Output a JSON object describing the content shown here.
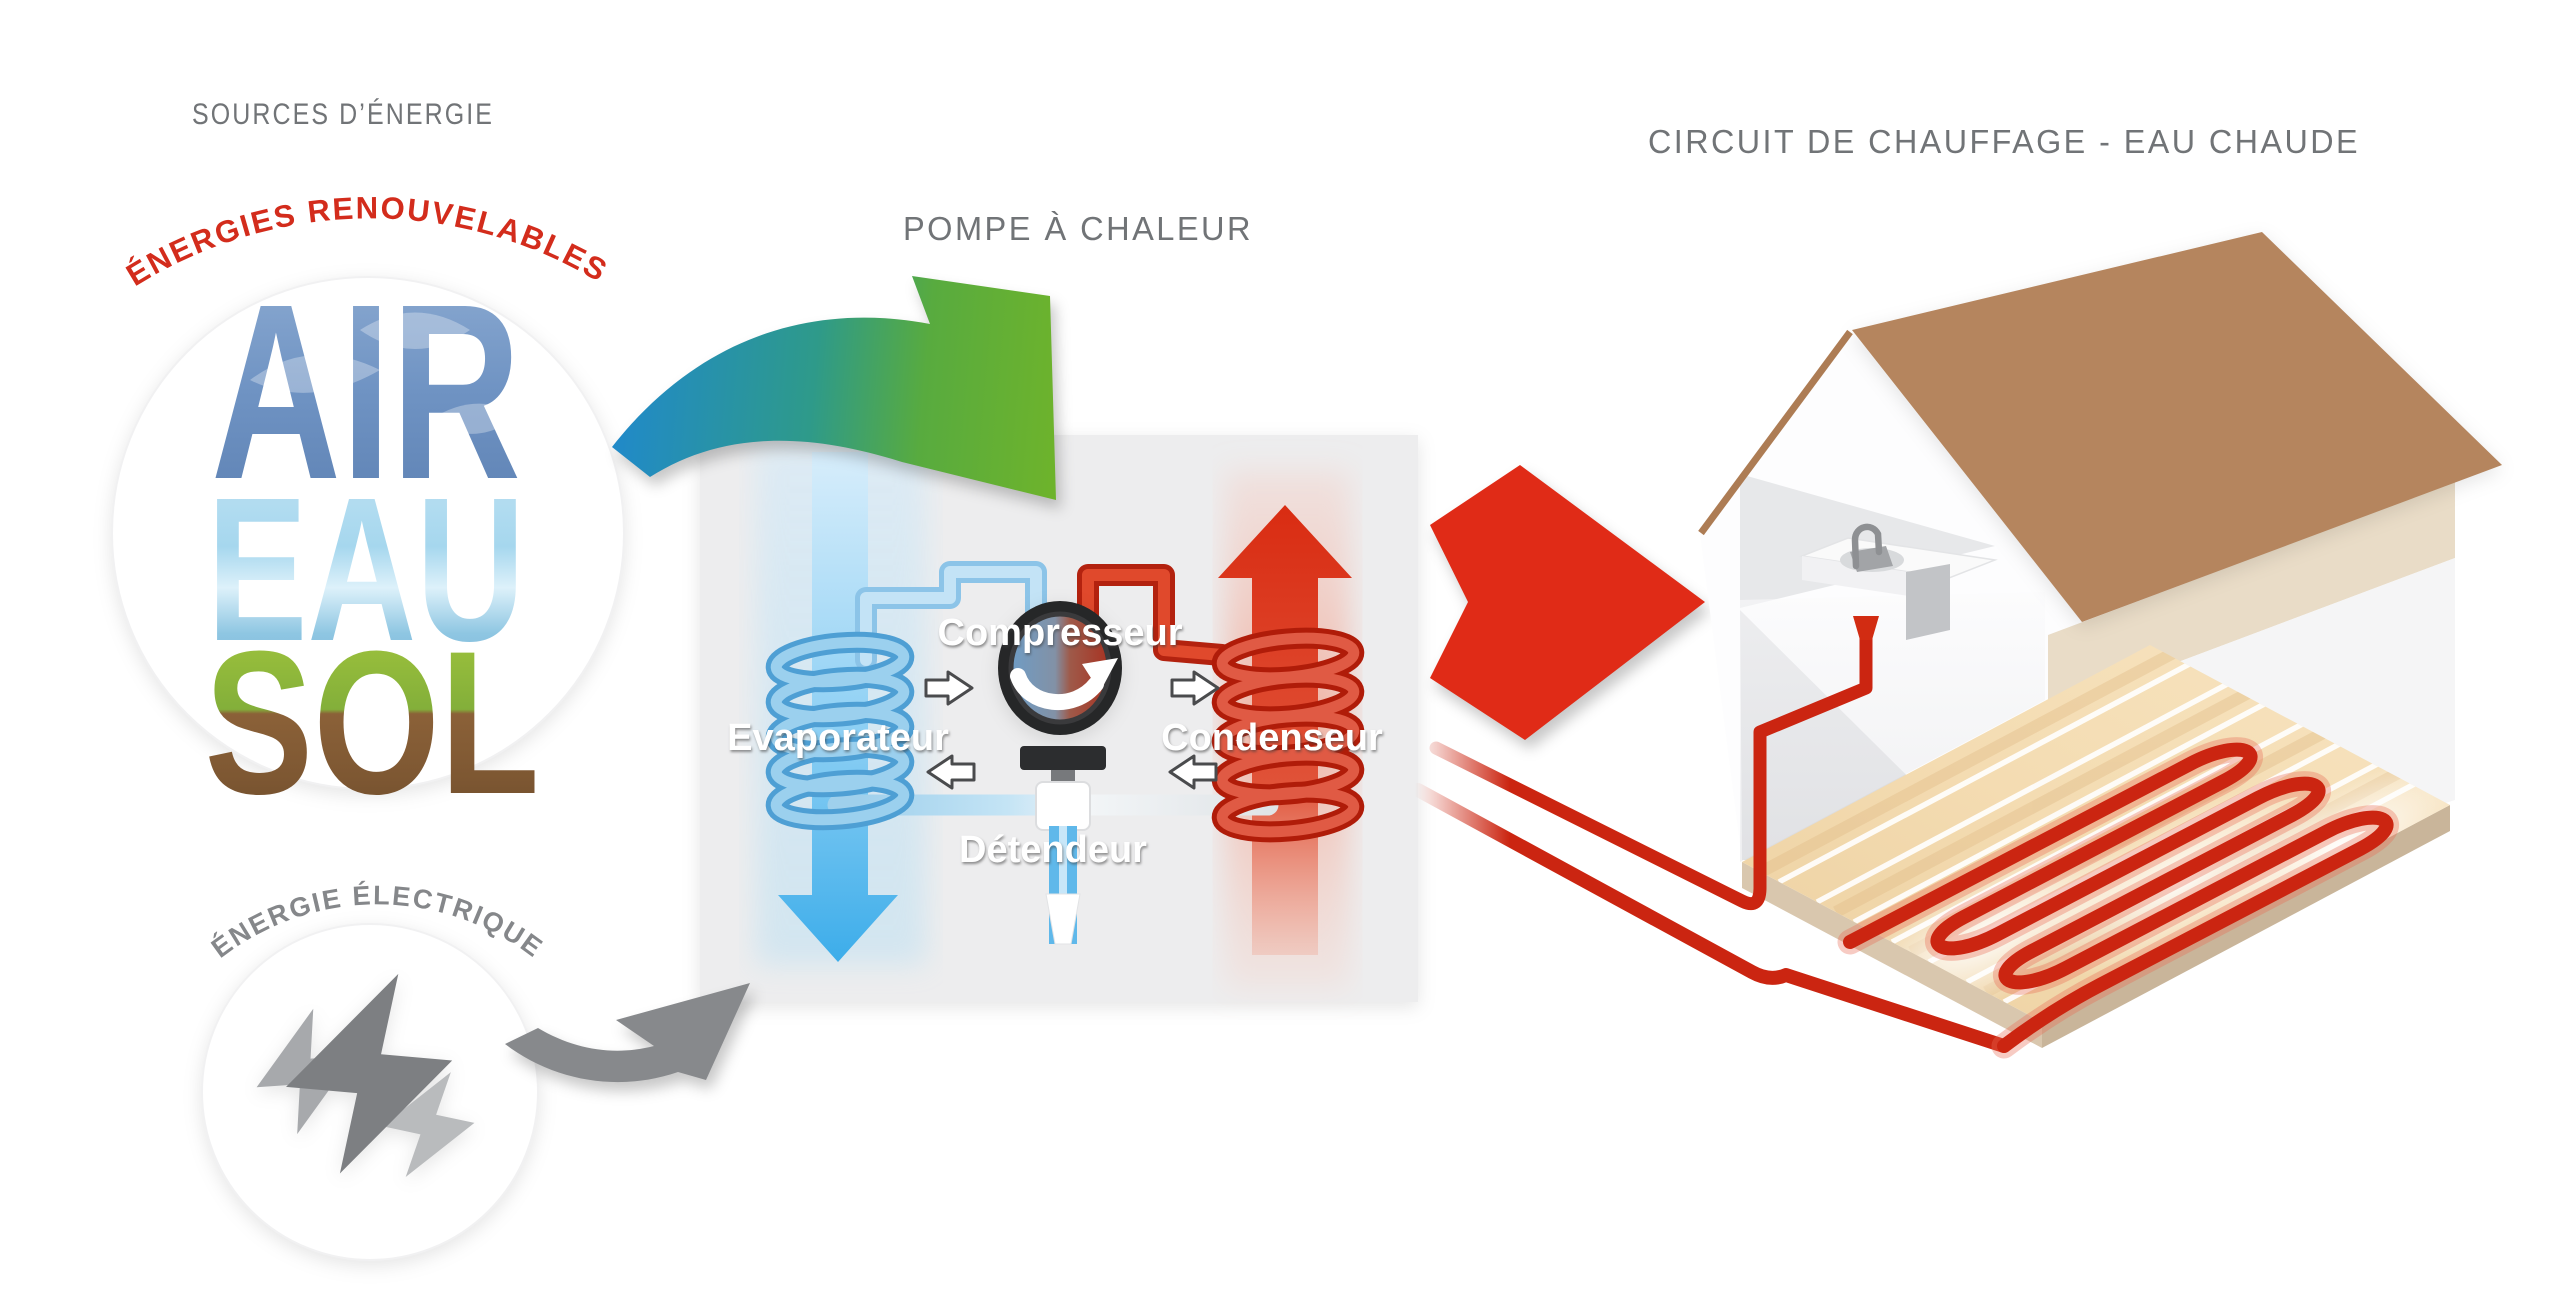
{
  "titles": {
    "sources": "SOURCES D’ÉNERGIE",
    "pump": "POMPE À CHALEUR",
    "circuit": "CIRCUIT DE CHAUFFAGE - EAU CHAUDE"
  },
  "renewable": {
    "arc": "ÉNERGIES RENOUVELABLES",
    "air": "AIR",
    "eau": "EAU",
    "sol": "SOL"
  },
  "electric": {
    "arc": "ÉNERGIE ÉLECTRIQUE"
  },
  "pump_parts": {
    "compressor": "Compresseur",
    "evaporator": "Evaporateur",
    "condenser": "Condenseur",
    "expansion_valve": "Détendeur"
  },
  "colors": {
    "heading_gray": "#717477",
    "arc_red": "#d32c1c",
    "arc_gray": "#85878a",
    "box_gray": "#ededee",
    "cold_blue": "#45b1ec",
    "hot_red": "#d92c12",
    "green_arrow": "#6db32c",
    "blue_arrow_start": "#2089cb",
    "electric_gray": "#87898c",
    "roof_brown": "#b5855e",
    "wood_floor": "#f0d5a7",
    "air_blue": "#6f93c3",
    "eau_blue": "#9fd2ea",
    "sol_green": "#83af3a",
    "sol_brown": "#8b6138"
  }
}
